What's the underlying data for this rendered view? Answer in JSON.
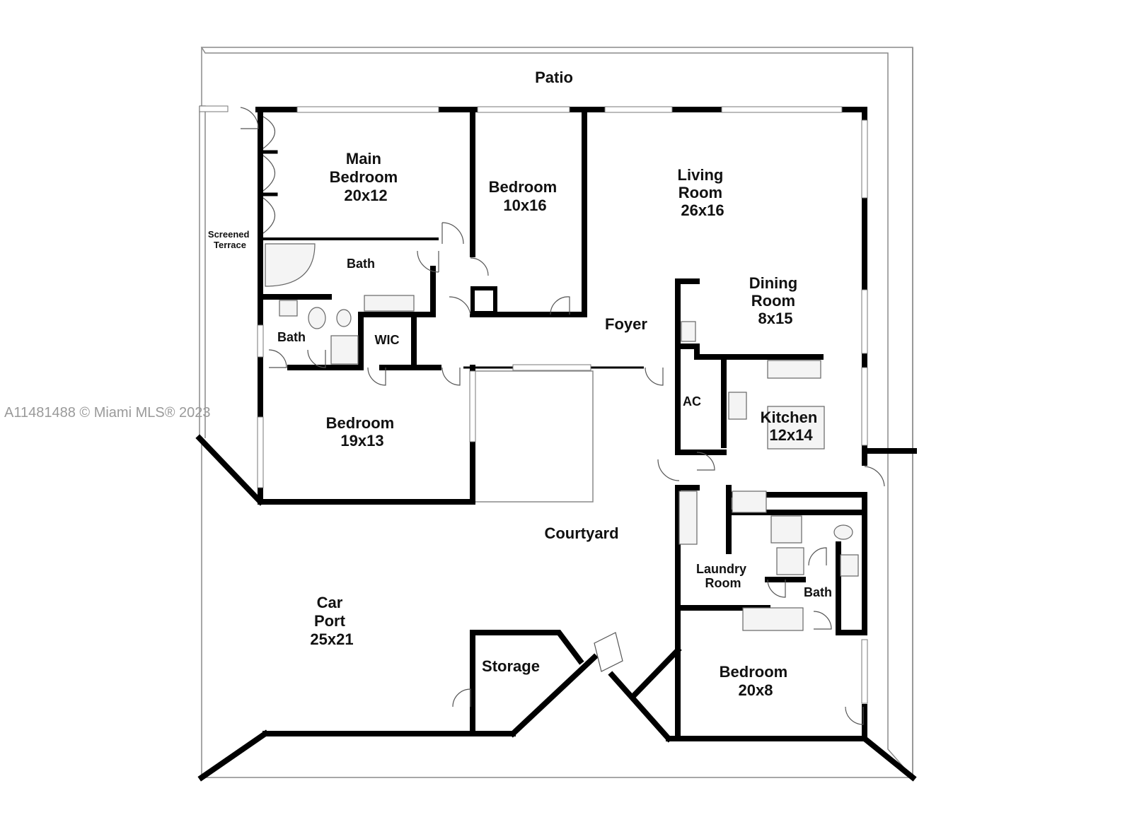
{
  "watermark": "A11481488 © Miami MLS® 2023",
  "rooms": {
    "patio": "Patio",
    "main_bedroom": [
      "Main",
      "Bedroom",
      "20x12"
    ],
    "bedroom_2": [
      "Bedroom",
      "10x16"
    ],
    "living_room": [
      "Living",
      "Room",
      "26x16"
    ],
    "screened_terrace": [
      "Screened",
      "Terrace"
    ],
    "bath_main": "Bath",
    "bath_2": "Bath",
    "wic": "WIC",
    "foyer": "Foyer",
    "dining_room": [
      "Dining",
      "Room",
      "8x15"
    ],
    "ac": "AC",
    "kitchen": [
      "Kitchen",
      "12x14"
    ],
    "bedroom_3": [
      "Bedroom",
      "19x13"
    ],
    "courtyard": "Courtyard",
    "laundry_room": [
      "Laundry",
      "Room"
    ],
    "bath_3": "Bath",
    "car_port": [
      "Car",
      "Port",
      "25x21"
    ],
    "storage": "Storage",
    "bedroom_4": [
      "Bedroom",
      "20x8"
    ]
  }
}
